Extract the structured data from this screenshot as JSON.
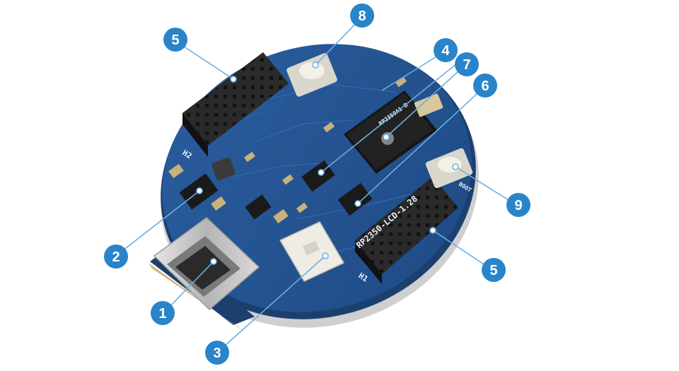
{
  "board": {
    "silkscreen_name": "RP2350-LCD-1.28",
    "header_h1": "H1",
    "header_h2": "H2",
    "boot_label": "BOOT",
    "chip_brand": "RP2350A1 B",
    "colors": {
      "pcb": "#23538f",
      "pcb_edge": "#1b3f6e",
      "header": "#2b2b2b",
      "pin": "#c9a24a",
      "usb": "#c9c9c9",
      "button": "#f2efe6",
      "callout": "#2a84c9",
      "leader": "#6aaee0"
    }
  },
  "callouts": [
    {
      "number": "1",
      "target": "usb-c-connector"
    },
    {
      "number": "2",
      "target": "power-chip"
    },
    {
      "number": "3",
      "target": "battery-connector"
    },
    {
      "number": "4",
      "target": "small-ic"
    },
    {
      "number": "5",
      "target": "header-h2"
    },
    {
      "number": "5",
      "target": "header-h1"
    },
    {
      "number": "6",
      "target": "ic"
    },
    {
      "number": "7",
      "target": "rp2350-chip"
    },
    {
      "number": "8",
      "target": "reset-button"
    },
    {
      "number": "9",
      "target": "boot-button"
    }
  ]
}
